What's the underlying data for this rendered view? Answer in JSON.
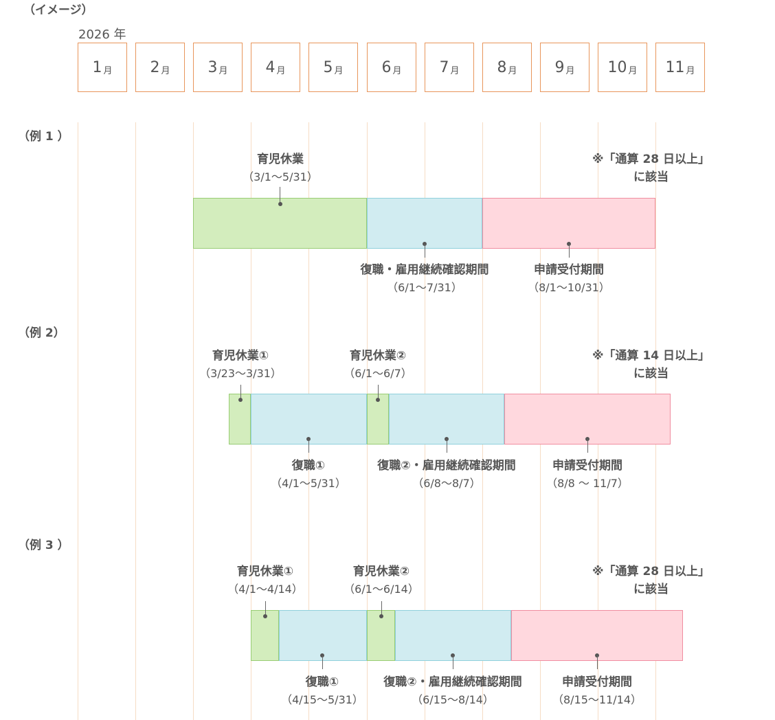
{
  "header": {
    "note": "（イメージ）",
    "year": "2026 年"
  },
  "months": [
    {
      "num": "1",
      "unit": "月"
    },
    {
      "num": "2",
      "unit": "月"
    },
    {
      "num": "3",
      "unit": "月"
    },
    {
      "num": "4",
      "unit": "月"
    },
    {
      "num": "5",
      "unit": "月"
    },
    {
      "num": "6",
      "unit": "月"
    },
    {
      "num": "7",
      "unit": "月"
    },
    {
      "num": "8",
      "unit": "月"
    },
    {
      "num": "9",
      "unit": "月"
    },
    {
      "num": "10",
      "unit": "月"
    },
    {
      "num": "11",
      "unit": "月"
    }
  ],
  "examples": [
    {
      "label": "（例 1 ）",
      "note": [
        "※「通算 28 日以上」",
        "に該当"
      ],
      "segments": [
        {
          "kind": "leave",
          "title": "育児休業",
          "period": "（3/1〜5/31）"
        },
        {
          "kind": "return",
          "title": "復職・雇用継続確認期間",
          "period": "（6/1〜7/31）"
        },
        {
          "kind": "apply",
          "title": "申請受付期間",
          "period": "（8/1〜10/31）"
        }
      ]
    },
    {
      "label": "（例 2）",
      "note": [
        "※「通算 14 日以上」",
        "に該当"
      ],
      "segments": [
        {
          "kind": "leave",
          "title": "育児休業①",
          "period": "（3/23〜3/31）"
        },
        {
          "kind": "return",
          "title": "復職①",
          "period": "（4/1〜5/31）"
        },
        {
          "kind": "leave",
          "title": "育児休業②",
          "period": "（6/1〜6/7）"
        },
        {
          "kind": "return",
          "title": "復職②・雇用継続確認期間",
          "period": "（6/8〜8/7）"
        },
        {
          "kind": "apply",
          "title": "申請受付期間",
          "period": "（8/8 〜 11/7）"
        }
      ]
    },
    {
      "label": "（例 3 ）",
      "note": [
        "※「通算 28 日以上」",
        "に該当"
      ],
      "segments": [
        {
          "kind": "leave",
          "title": "育児休業①",
          "period": "（4/1〜4/14）"
        },
        {
          "kind": "return",
          "title": "復職①",
          "period": "（4/15〜5/31）"
        },
        {
          "kind": "leave",
          "title": "育児休業②",
          "period": "（6/1〜6/14）"
        },
        {
          "kind": "return",
          "title": "復職②・雇用継続確認期間",
          "period": "（6/15〜8/14）"
        },
        {
          "kind": "apply",
          "title": "申請受付期間",
          "period": "（8/15〜11/14）"
        }
      ]
    }
  ],
  "colors": {
    "leave": "#d3edbd",
    "return": "#d1ecf1",
    "apply": "#ffd8de",
    "month_border": "#e8955a",
    "gridline": "#f6dcc4"
  }
}
